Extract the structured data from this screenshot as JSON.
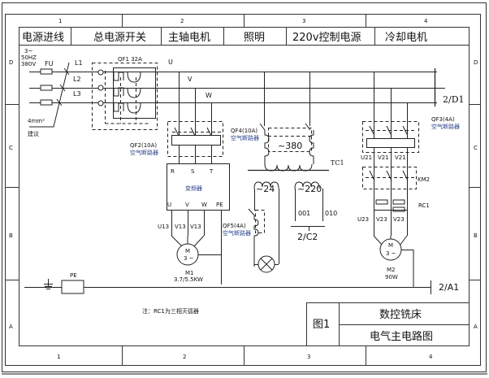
{
  "columns": [
    "1",
    "2",
    "3",
    "4"
  ],
  "rows": [
    "D",
    "C",
    "B",
    "A"
  ],
  "header_sections": [
    "电源进线",
    "总电源开关",
    "主轴电机",
    "照明",
    "220v控制电源",
    "冷却电机"
  ],
  "supply": {
    "phase": "3~",
    "freq": "50HZ",
    "voltage": "380V",
    "fuse": "FU",
    "lines": [
      "L1",
      "L2",
      "L3"
    ],
    "wire": "4mm²",
    "wire_note": "建议"
  },
  "breakers": {
    "qf1": "QF1 32A",
    "qf2": "QF2(10A)",
    "qf2_desc": "空气断路器",
    "qf3": "QF3(4A)",
    "qf3_desc": "空气断路器",
    "qf4": "QF4(10A)",
    "qf4_desc": "空气断路器",
    "qf5": "QF5(4A)",
    "qf5_desc": "空气断路器"
  },
  "buses": [
    "U",
    "V",
    "W"
  ],
  "vfd": {
    "inputs": [
      "R",
      "S",
      "T"
    ],
    "label": "变频器",
    "outputs": [
      "U",
      "V",
      "W",
      "PE"
    ],
    "wires": [
      "U13",
      "V13",
      "V13"
    ]
  },
  "motor1": {
    "symbol_m": "M",
    "symbol_phase": "3 ~",
    "name": "M1",
    "rating": "3.7/5.5KW"
  },
  "motor2": {
    "symbol_m": "M",
    "symbol_phase": "3 ~",
    "name": "M2",
    "rating": "90W"
  },
  "coolant": {
    "wires_top": [
      "U21",
      "V21",
      "V21"
    ],
    "contactor": "KM2",
    "suppressor": "RC1",
    "wires_bottom": [
      "U23",
      "V23",
      "V23"
    ]
  },
  "transformer": {
    "name": "TC1",
    "primary": "~380",
    "sec1": "~24",
    "sec2": "~220",
    "out1": "001",
    "out2": "010"
  },
  "refs": {
    "d1": "2/D1",
    "c2": "2/C2",
    "a1": "2/A1"
  },
  "pe": "PE",
  "note": "注：RC1为三相灭弧器",
  "title_block": {
    "fig": "图1",
    "title": "数控铣床",
    "subtitle": "电气主电路图"
  }
}
